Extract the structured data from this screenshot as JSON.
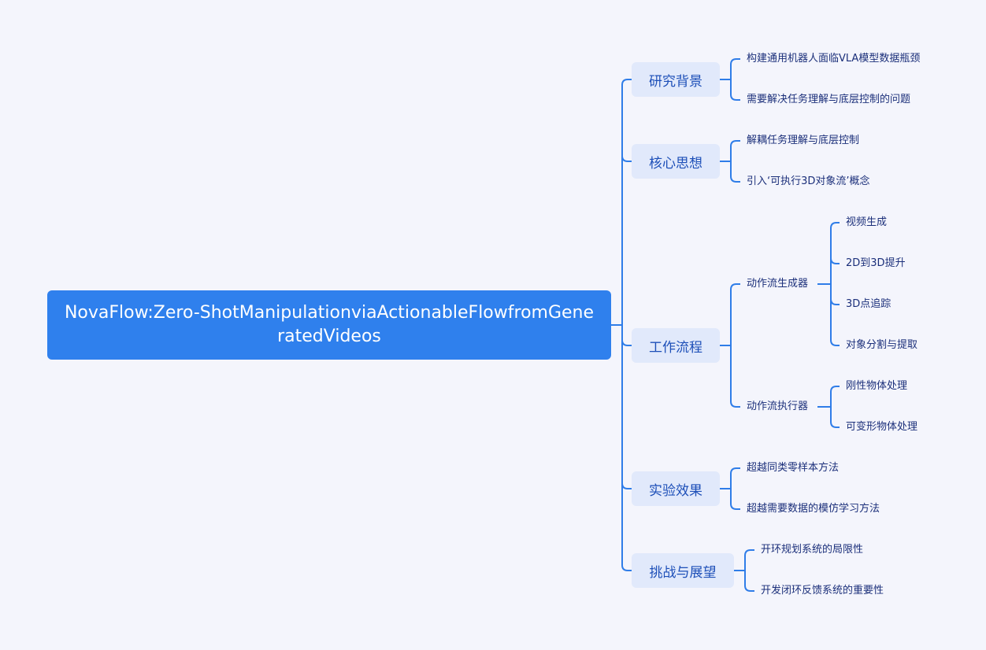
{
  "root": {
    "title": "NovaFlow:Zero-ShotManipulationviaActionableFlowfromGeneratedVideos"
  },
  "categories": [
    {
      "label": "研究背景",
      "children": [
        "构建通用机器人面临VLA模型数据瓶颈",
        "需要解决任务理解与底层控制的问题"
      ]
    },
    {
      "label": "核心思想",
      "children": [
        "解耦任务理解与底层控制",
        "引入‘可执行3D对象流’概念"
      ]
    },
    {
      "label": "工作流程",
      "children": [
        {
          "label": "动作流生成器",
          "children": [
            "视频生成",
            "2D到3D提升",
            "3D点追踪",
            "对象分割与提取"
          ]
        },
        {
          "label": "动作流执行器",
          "children": [
            "刚性物体处理",
            "可变形物体处理"
          ]
        }
      ]
    },
    {
      "label": "实验效果",
      "children": [
        "超越同类零样本方法",
        "超越需要数据的模仿学习方法"
      ]
    },
    {
      "label": "挑战与展望",
      "children": [
        "开环规划系统的局限性",
        "开发闭环反馈系统的重要性"
      ]
    }
  ],
  "colors": {
    "line": "#2f7de8",
    "root": "#2f80ed",
    "category_bg": "#e1e9fb"
  }
}
